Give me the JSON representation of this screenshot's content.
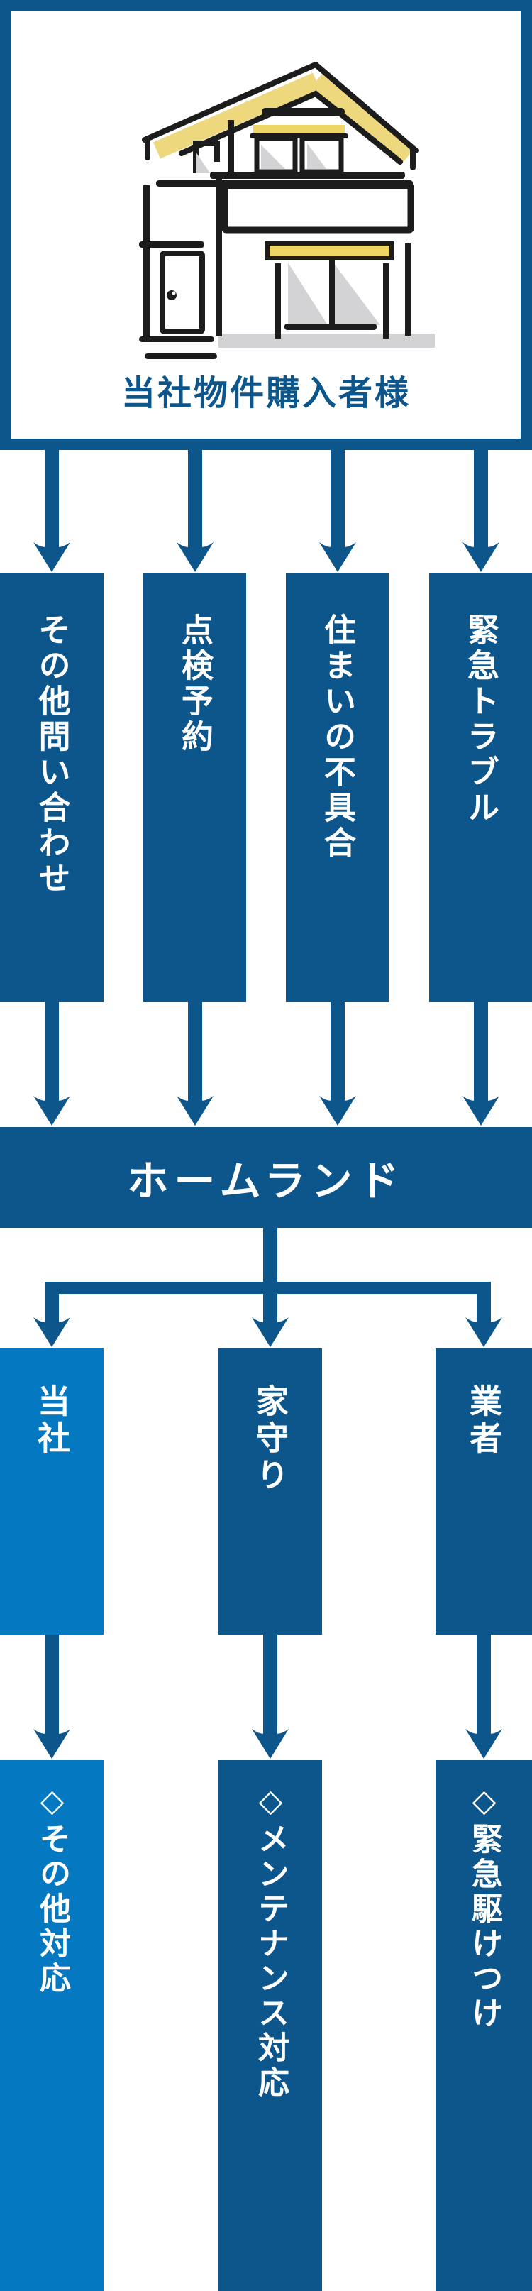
{
  "colors": {
    "dark_blue": "#0D568C",
    "light_blue": "#0478C0",
    "white": "#FFFFFF",
    "roof_yellow": "#EDD87E",
    "awning_yellow": "#EDD666",
    "shadow_gray": "#D3D3D5",
    "line_black": "#1C1C1C"
  },
  "top_box": {
    "label": "当社物件購入者様",
    "icon": "house-illustration"
  },
  "row1": {
    "items": [
      {
        "label": "その他問い合わせ"
      },
      {
        "label": "点検予約"
      },
      {
        "label": "住まいの不具合"
      },
      {
        "label": "緊急トラブル"
      }
    ]
  },
  "hub": {
    "label": "ホームランド"
  },
  "row2": {
    "items": [
      {
        "label": "当社"
      },
      {
        "label": "家守り"
      },
      {
        "label": "業者"
      }
    ]
  },
  "row3": {
    "items": [
      {
        "label": "◇その他対応"
      },
      {
        "label": "◇メンテナンス対応"
      },
      {
        "label": "◇緊急駆けつけ"
      }
    ]
  }
}
